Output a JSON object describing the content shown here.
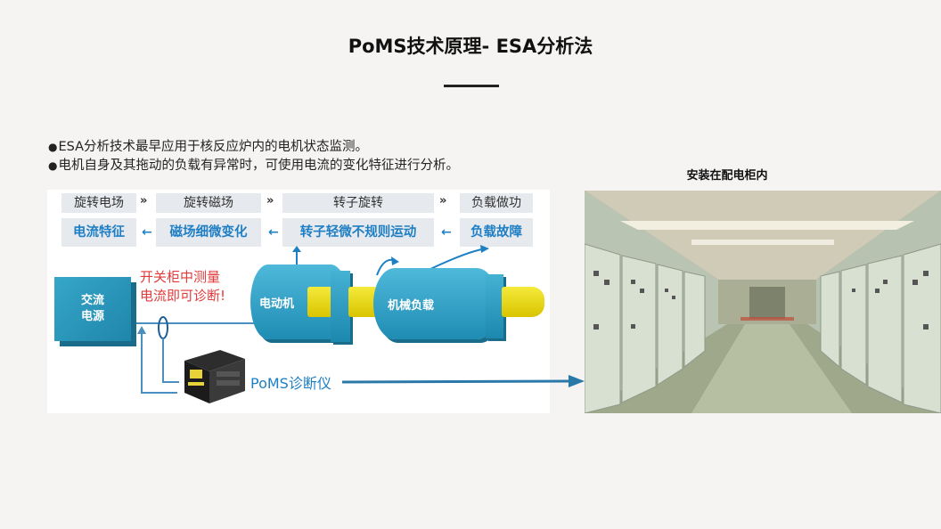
{
  "slide": {
    "title": "PoMS技术原理- ESA分析法",
    "bullets": [
      "ESA分析技术最早应用于核反应炉内的电机状态监测。",
      "电机自身及其拖动的负载有异常时，可使用电流的变化特征进行分析。"
    ]
  },
  "diagram": {
    "stages": [
      "旋转电场",
      "旋转磁场",
      "转子旋转",
      "负载做功"
    ],
    "features": [
      "电流特征",
      "磁场细微变化",
      "转子轻微不规则运动",
      "负载故障"
    ],
    "separator_glyph": "»",
    "back_arrow_glyph": "←",
    "ac_source_label": "交流\n电源",
    "ac_line1": "交流",
    "ac_line2": "电源",
    "note_line1": "开关柜中测量",
    "note_line2": "电流即可诊断!",
    "motor_label": "电动机",
    "load_label": "机械负载",
    "device_label": "PoMS诊断仪"
  },
  "photo": {
    "caption": "安装在配电柜内"
  },
  "colors": {
    "accent_blue": "#1f7fc4",
    "teal": "#2aa0c6",
    "shaft_yellow": "#f0e01c",
    "note_red": "#e03a3a"
  }
}
